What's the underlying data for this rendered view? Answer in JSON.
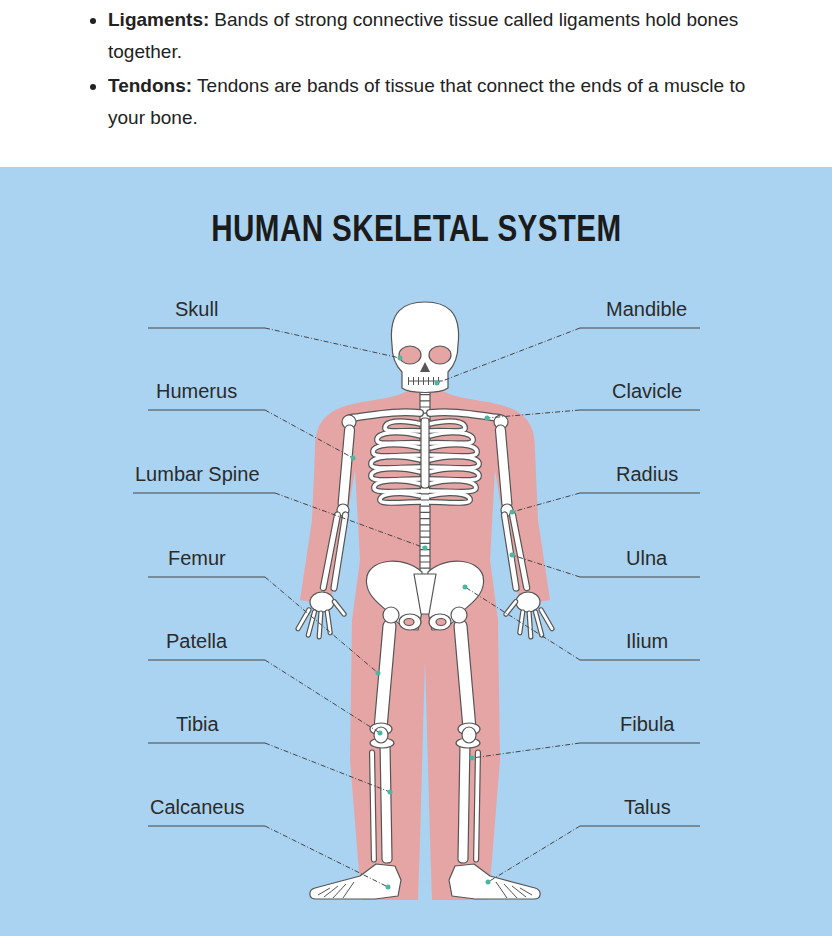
{
  "diagram": {
    "title": "HUMAN SKELETAL SYSTEM",
    "labels": [
      "Ligaments:",
      "Bands of strong connective tissue called ligaments hold bones together.",
      "Tendons:",
      "Tendons are bands of tissue that connect the ends of a muscle to your bone.",
      "Skull",
      "Mandible",
      "Humerus",
      "Clavicle",
      "Lumbar Spine",
      "Radius",
      "Femur",
      "Ulna",
      "Patella",
      "Ilium",
      "Tibia",
      "Fibula",
      "Calcaneus",
      "Talus"
    ]
  }
}
